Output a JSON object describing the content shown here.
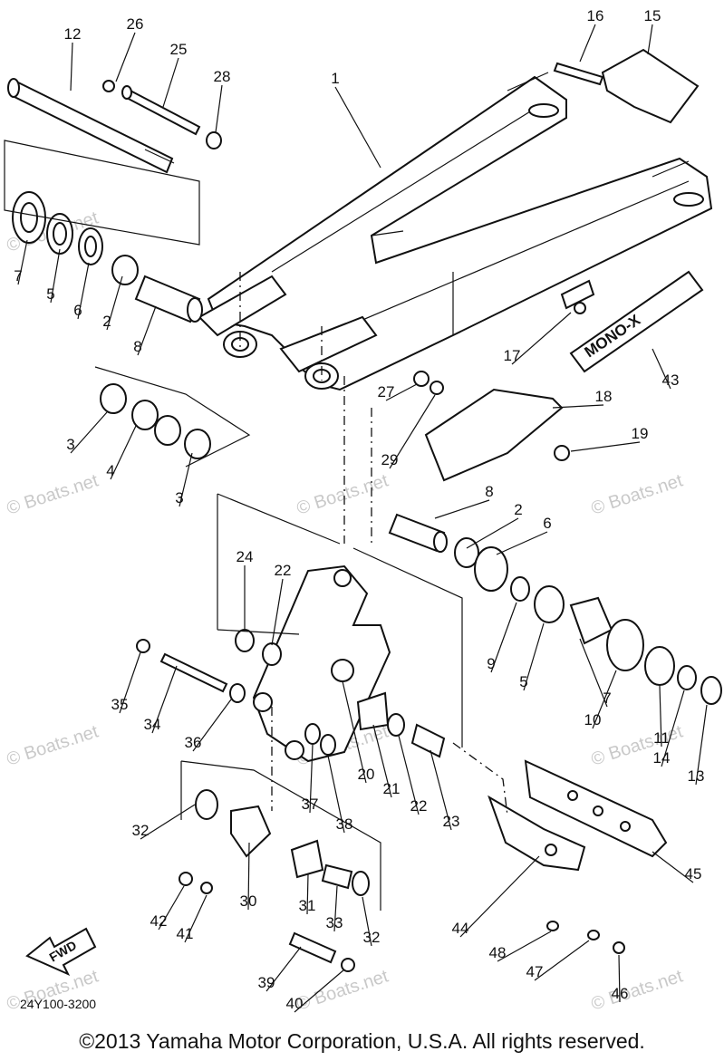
{
  "diagram_code": "24Y100-3200",
  "decal_text": "MONO-X",
  "direction_label": "FWD",
  "watermark": "© Boats.net",
  "copyright": "©2013 Yamaha Motor Corporation, U.S.A. All rights reserved.",
  "callouts": [
    "1",
    "2",
    "2",
    "3",
    "3",
    "4",
    "5",
    "5",
    "6",
    "6",
    "7",
    "7",
    "8",
    "8",
    "9",
    "10",
    "11",
    "12",
    "13",
    "14",
    "15",
    "16",
    "17",
    "18",
    "19",
    "20",
    "21",
    "22",
    "22",
    "23",
    "24",
    "25",
    "26",
    "27",
    "28",
    "29",
    "30",
    "31",
    "32",
    "32",
    "33",
    "34",
    "35",
    "36",
    "37",
    "38",
    "39",
    "40",
    "41",
    "42",
    "43",
    "44",
    "45",
    "46",
    "47",
    "48"
  ]
}
